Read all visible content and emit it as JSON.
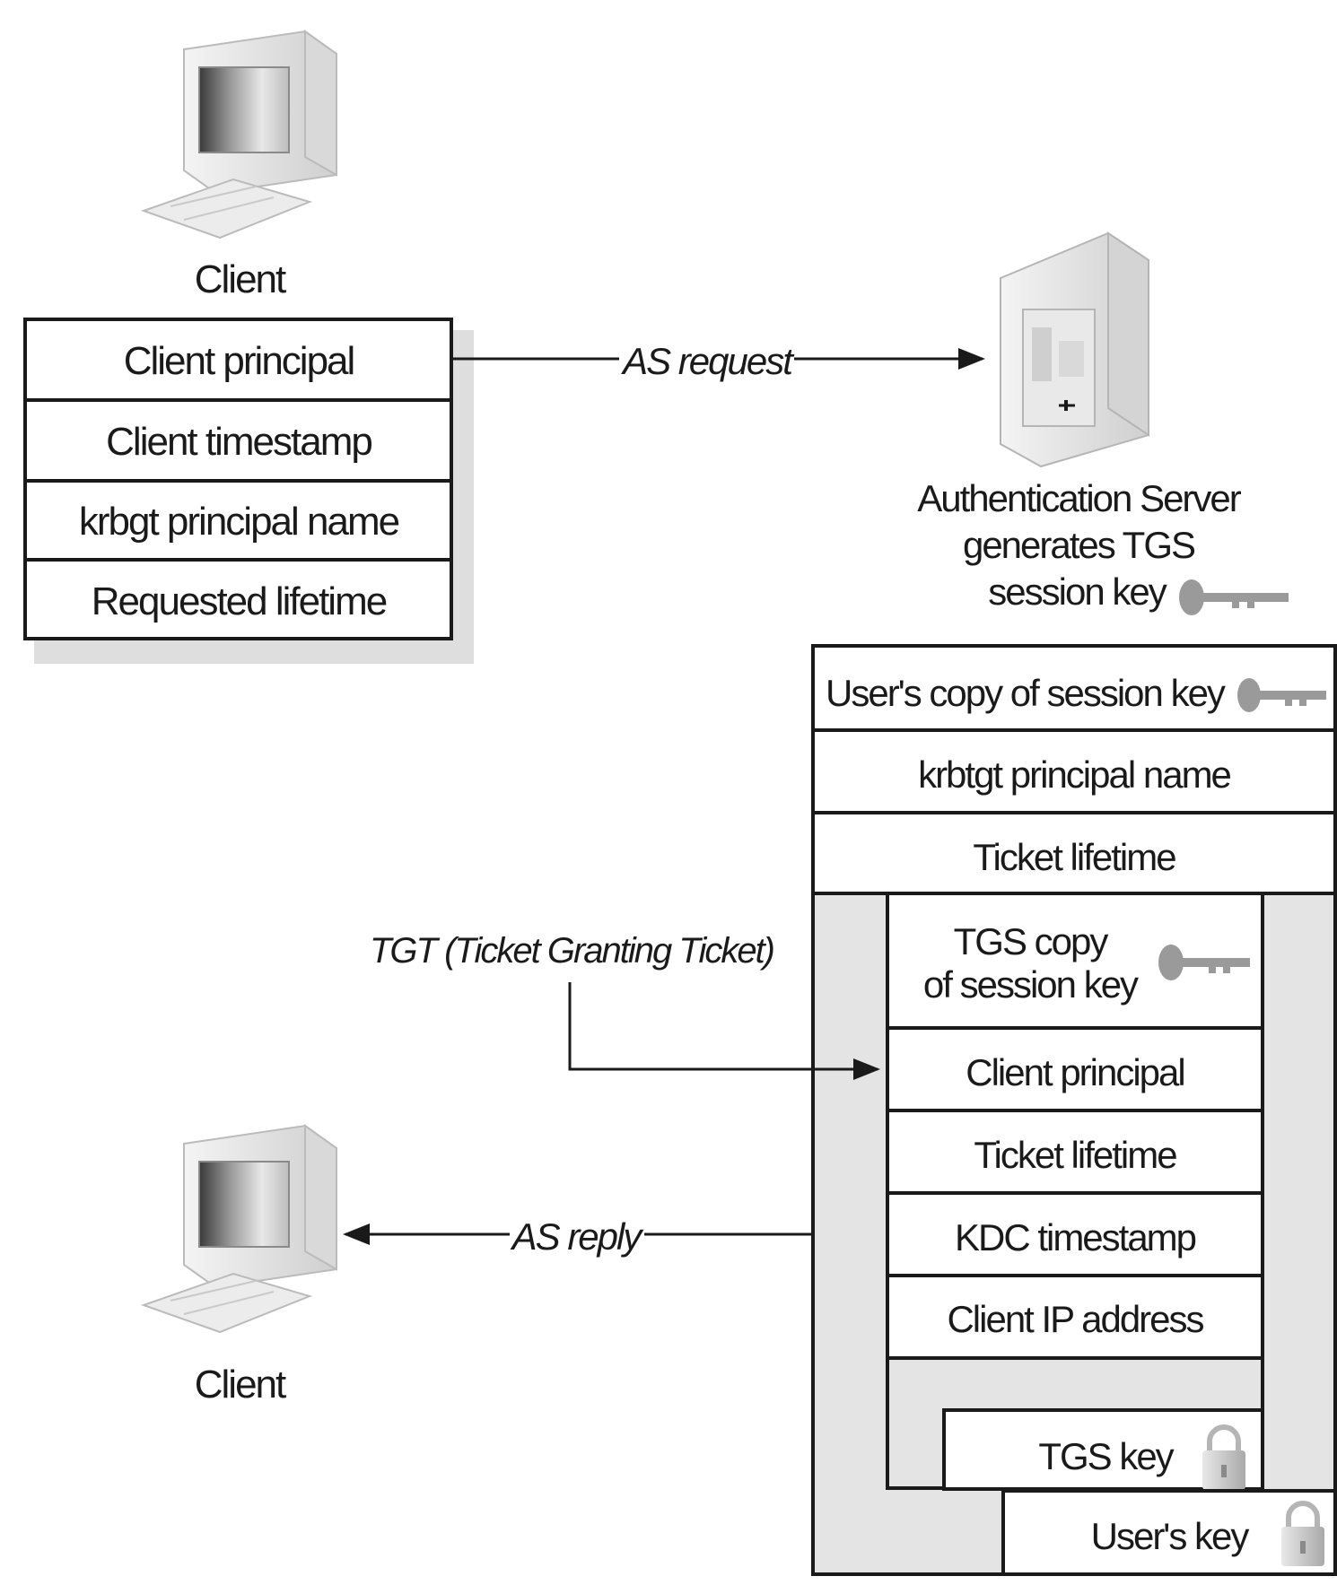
{
  "client_top": {
    "label": "Client"
  },
  "request_box": {
    "fields": [
      "Client principal",
      "Client timestamp",
      "krbgt principal name",
      "Requested lifetime"
    ]
  },
  "as_request": {
    "label": "AS request"
  },
  "server": {
    "caption_lines": [
      "Authentication Server",
      "generates TGS",
      "session key"
    ]
  },
  "reply_box": {
    "fields": [
      "User's copy of session key",
      "krbtgt principal name",
      "Ticket lifetime"
    ],
    "tgt_fields": {
      "session_key_lines": [
        "TGS copy",
        "of session key"
      ],
      "items": [
        "Client principal",
        "Ticket lifetime",
        "KDC timestamp",
        "Client IP address"
      ]
    },
    "tgs_key_label": "TGS key",
    "users_key_label": "User's key"
  },
  "tgt_label": {
    "label": "TGT (Ticket Granting Ticket)"
  },
  "as_reply": {
    "label": "AS reply"
  },
  "client_bottom": {
    "label": "Client"
  },
  "colors": {
    "ink": "#1a1a1a",
    "panel": "#e4e4e4",
    "key_gray": "#9a9a9a",
    "shadow": "#d6d6d6"
  },
  "icons": [
    "computer-icon",
    "server-icon",
    "key-icon",
    "padlock-icon"
  ]
}
